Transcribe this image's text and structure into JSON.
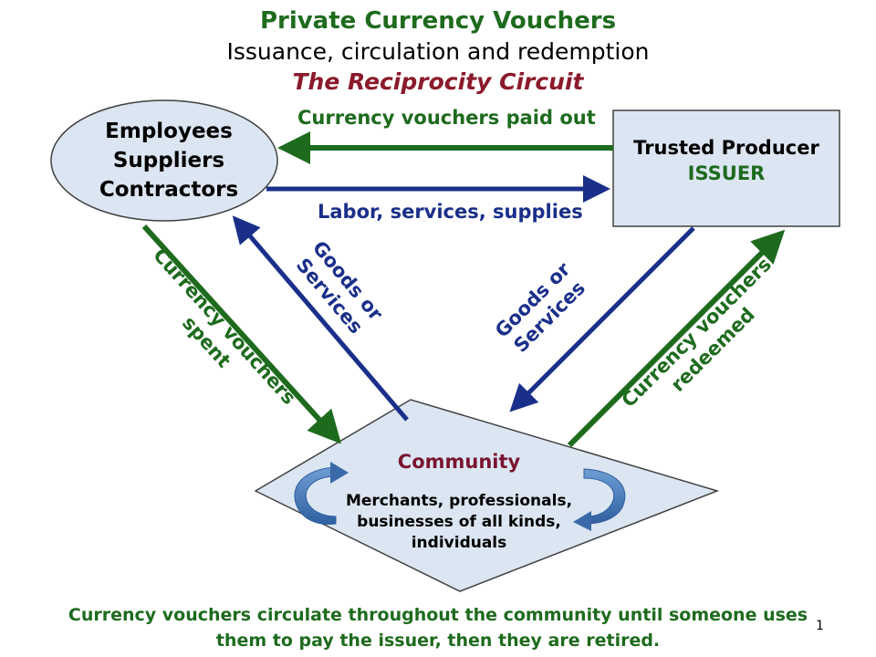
{
  "title": {
    "line1": "Private Currency Vouchers",
    "line2": "Issuance, circulation and redemption",
    "line3": "The Reciprocity Circuit"
  },
  "nodes": {
    "workers": {
      "line1": "Employees",
      "line2": "Suppliers",
      "line3": "Contractors"
    },
    "producer": {
      "line1": "Trusted Producer",
      "line2": "ISSUER"
    },
    "community": {
      "title": "Community",
      "line1": "Merchants, professionals,",
      "line2": "businesses of all kinds,",
      "line3": "individuals"
    }
  },
  "edges": {
    "paid_out": "Currency vouchers paid out",
    "labor": "Labor, services, supplies",
    "spent": {
      "line1": "Currency vouchers",
      "line2": "spent"
    },
    "goods_left": {
      "line1": "Goods or",
      "line2": "Services"
    },
    "goods_right": {
      "line1": "Goods or",
      "line2": "Services"
    },
    "redeemed": {
      "line1": "Currency vouchers",
      "line2": "redeemed"
    }
  },
  "footer": {
    "line1": "Currency vouchers circulate throughout the community until someone uses",
    "line2": "them to pay the issuer, then they are retired."
  },
  "page_number": "1",
  "colors": {
    "green": "#1e6b1e",
    "blue": "#1a2f8a",
    "maroon": "#8b1a2b",
    "node_fill": "#dce6f2",
    "node_stroke": "#404040",
    "circular_arrow": "#4a7fc1"
  }
}
